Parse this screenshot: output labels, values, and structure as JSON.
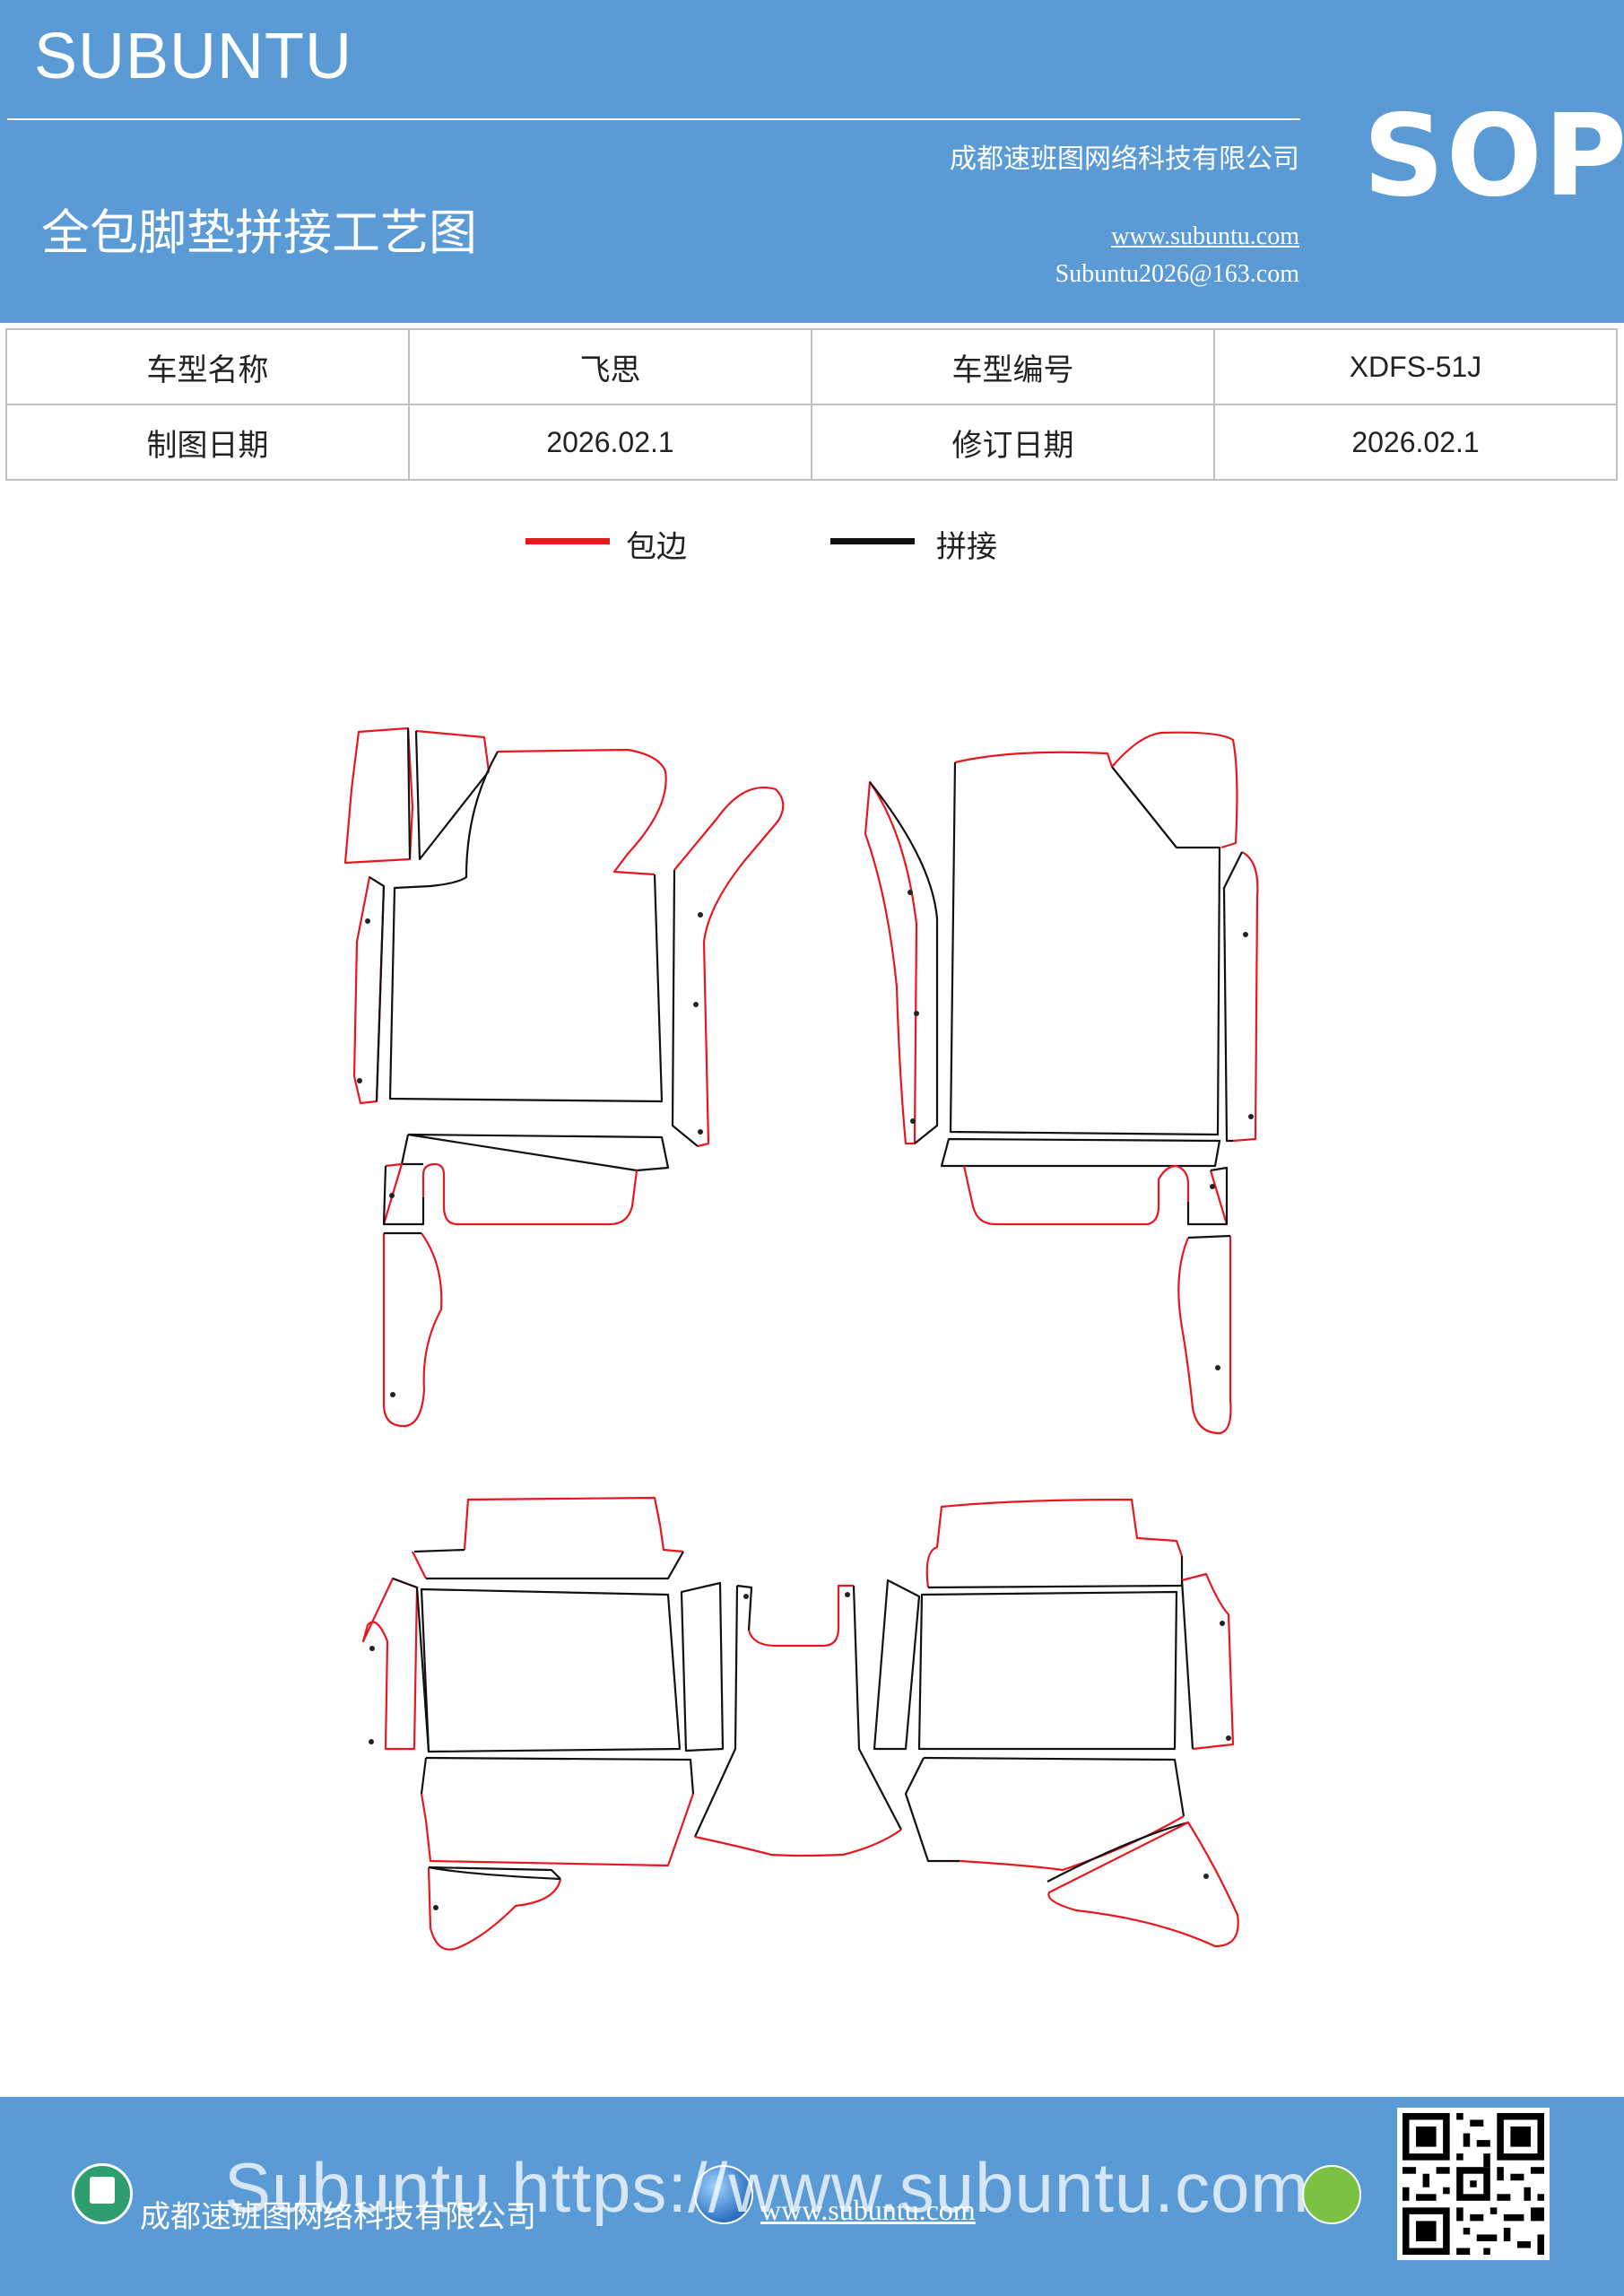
{
  "header": {
    "brand": "SUBUNTU",
    "title": "全包脚垫拼接工艺图",
    "company": "成都速班图网络科技有限公司",
    "website": "www.subuntu.com",
    "email": "Subuntu2026@163.com",
    "badge": "SOP"
  },
  "info": {
    "model_name_label": "车型名称",
    "model_name": "飞思",
    "model_code_label": "车型编号",
    "model_code": "XDFS-51J",
    "draw_date_label": "制图日期",
    "draw_date": "2026.02.1",
    "revise_date_label": "修订日期",
    "revise_date": "2026.02.1"
  },
  "legend": {
    "edge_label": "包边",
    "edge_color": "#e8171e",
    "join_label": "拼接",
    "join_color": "#111111"
  },
  "footer": {
    "company": "成都速班图网络科技有限公司",
    "website": "www.subuntu.com",
    "watermark": "Subuntu https://www.subuntu.com",
    "icons": [
      "company-icon",
      "globe-icon",
      "wechat-icon",
      "qr-code"
    ]
  }
}
